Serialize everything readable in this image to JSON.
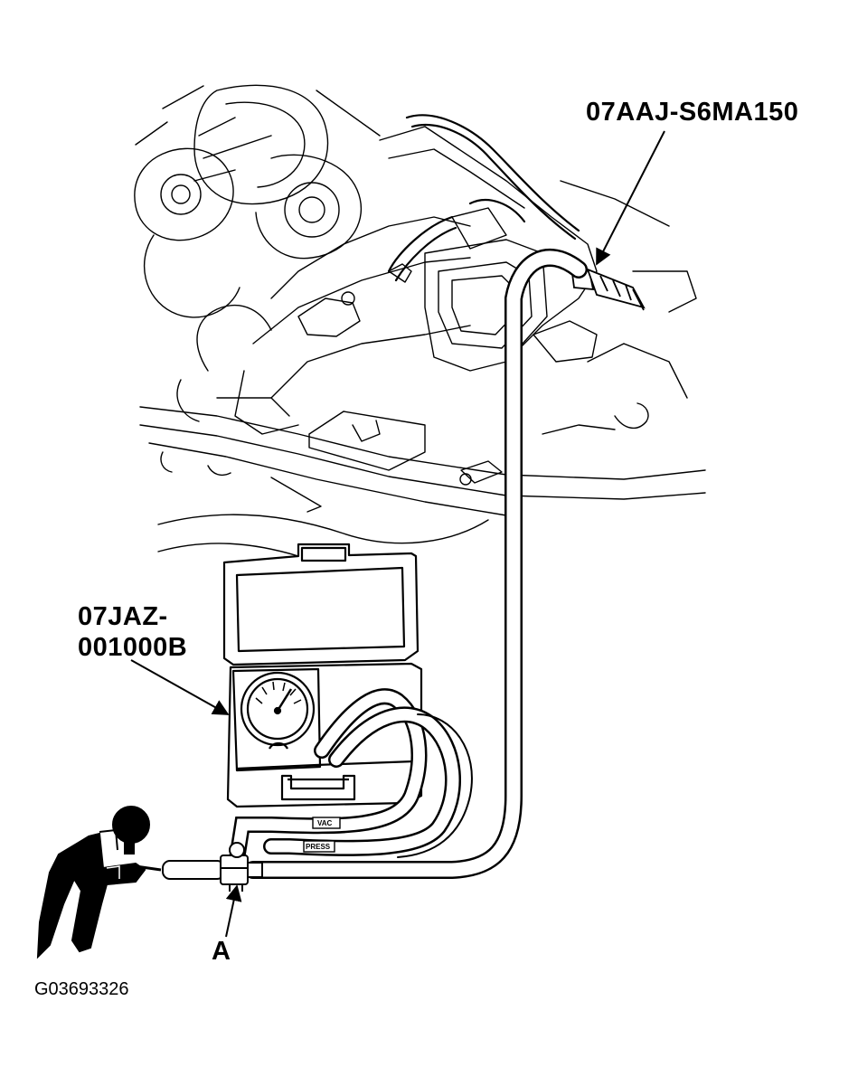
{
  "labels": {
    "adapter_part": "07AAJ-S6MA150",
    "tester_part_line1": "07JAZ-",
    "tester_part_line2": "001000B",
    "callout_a": "A",
    "figure_code": "G03693326"
  },
  "tester": {
    "hose_tag_vac": "VAC",
    "hose_tag_press": "PRESS"
  },
  "colors": {
    "ink": "#000000",
    "paper": "#ffffff"
  }
}
